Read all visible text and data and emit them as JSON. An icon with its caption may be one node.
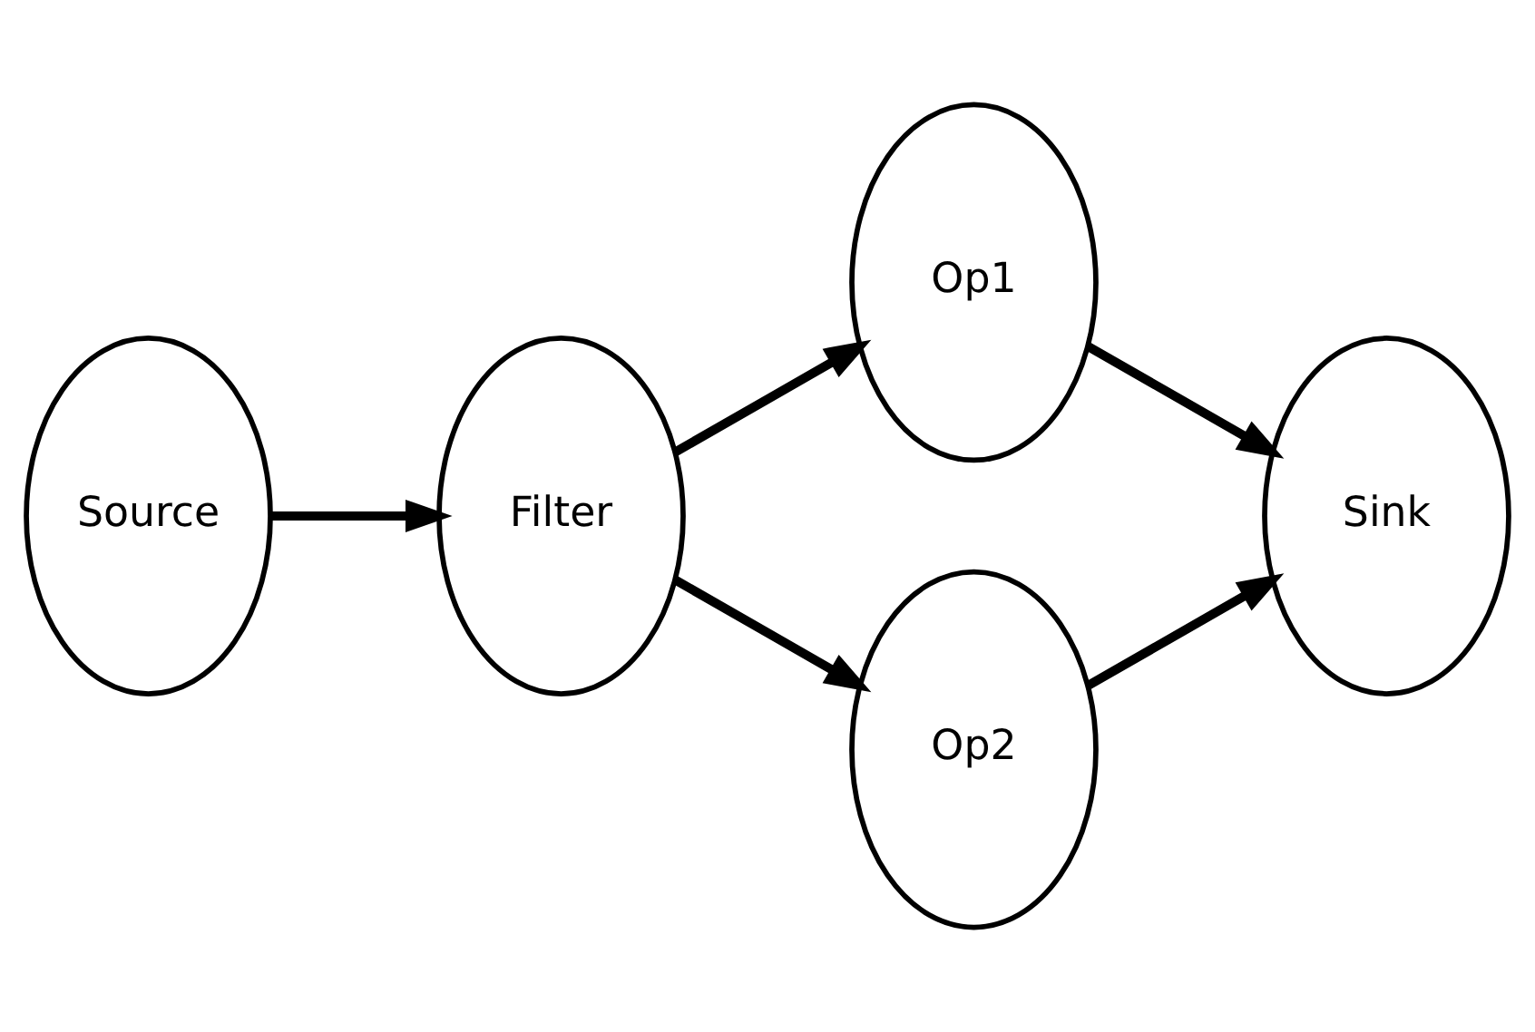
{
  "diagram": {
    "nodes": [
      {
        "text": [
          "Source"
        ]
      },
      {
        "text": [
          "Filter"
        ]
      },
      {
        "text": [
          "Op1"
        ]
      },
      {
        "text": [
          "Op2"
        ]
      },
      {
        "text": [
          "Sink"
        ]
      }
    ],
    "edges": [
      {
        "from": 0,
        "to": 1,
        "arrow": "to"
      },
      {
        "from": 1,
        "to": 2,
        "arrow": "to"
      },
      {
        "from": 1,
        "to": 3,
        "arrow": "to"
      },
      {
        "from": 2,
        "to": 4,
        "arrow": "to"
      },
      {
        "from": 3,
        "to": 4,
        "arrow": "to"
      }
    ]
  }
}
